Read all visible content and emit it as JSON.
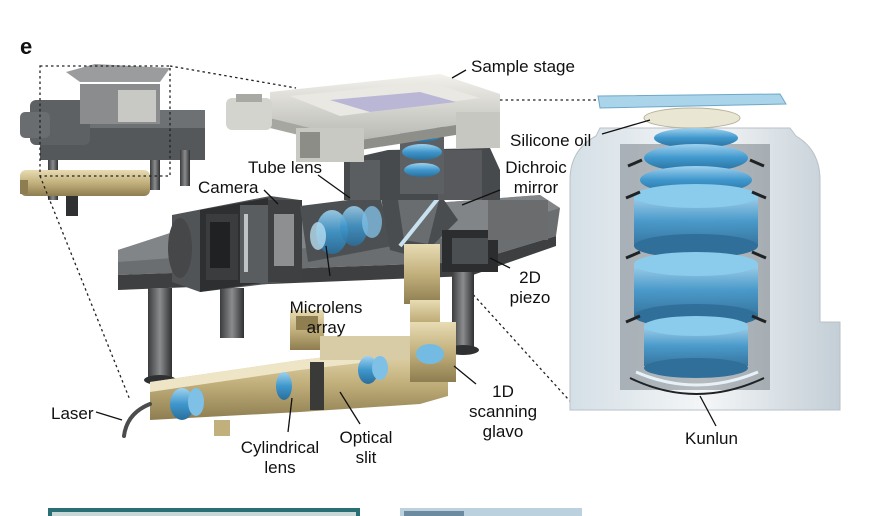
{
  "panel_letter": "e",
  "labels": {
    "sample_stage": "Sample stage",
    "silicone_oil": "Silicone oil",
    "tube_lens": "Tube lens",
    "dichroic_1": "Dichroic",
    "dichroic_2": "mirror",
    "camera": "Camera",
    "microlens_1": "Microlens",
    "microlens_2": "array",
    "piezo_1": "2D",
    "piezo_2": "piezo",
    "laser": "Laser",
    "cyl_1": "Cylindrical",
    "cyl_2": "lens",
    "slit_1": "Optical",
    "slit_2": "slit",
    "scan_1": "1D",
    "scan_2": "scanning",
    "scan_3": "glavo",
    "kunlun": "Kunlun"
  },
  "colors": {
    "metal_dark": "#4a4c4e",
    "metal_mid": "#7a7c7e",
    "metal_light": "#d8d8d4",
    "brass": "#c9b98a",
    "lens_blue": "#5aa9d6",
    "glass_light": "#cfe3ee"
  }
}
